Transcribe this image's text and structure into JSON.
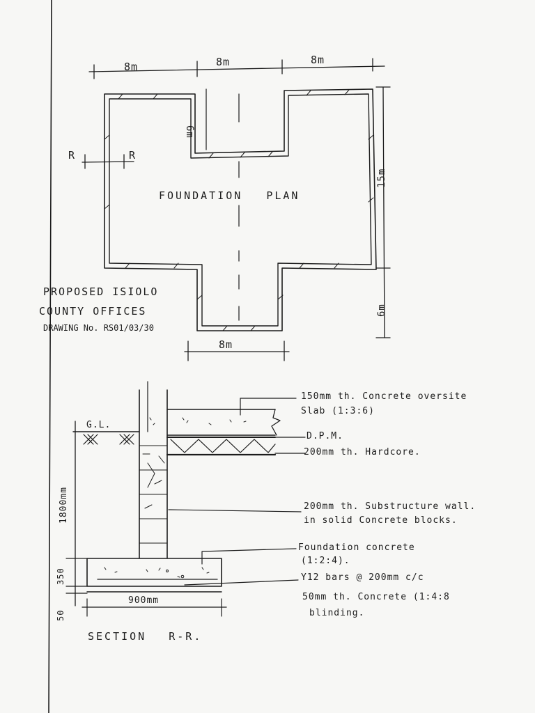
{
  "plan": {
    "title": "FOUNDATION PLAN",
    "dims": {
      "top_left": "8m",
      "top_mid": "8m",
      "top_right": "8m",
      "notch_depth": "6m",
      "right_main": "15m",
      "right_lower": "6m",
      "bottom": "8m"
    },
    "section_marker_left": "R",
    "section_marker_right": "R"
  },
  "title_block": {
    "line1": "PROPOSED ISIOLO",
    "line2": "COUNTY OFFICES",
    "line3": "DRAWING No. RS01/03/30"
  },
  "section": {
    "ground_level": "G.L.",
    "dim_height": "1800mm",
    "dim_footing": "350",
    "dim_blinding": "50",
    "dim_width": "900mm",
    "notes": [
      {
        "line1": "150mm th. Concrete oversite",
        "line2": "Slab (1:3:6)"
      },
      {
        "line1": "D.P.M.",
        "line2": ""
      },
      {
        "line1": "200mm th. Hardcore.",
        "line2": ""
      },
      {
        "line1": "200mm th. Substructure wall.",
        "line2": "in solid Concrete blocks."
      },
      {
        "line1": "Foundation concrete",
        "line2": "(1:2:4)."
      },
      {
        "line1": "Y12 bars @ 200mm c/c",
        "line2": ""
      },
      {
        "line1": "50mm th. Concrete (1:4:8",
        "line2": "blinding."
      }
    ],
    "title": "SECTION R-R."
  }
}
